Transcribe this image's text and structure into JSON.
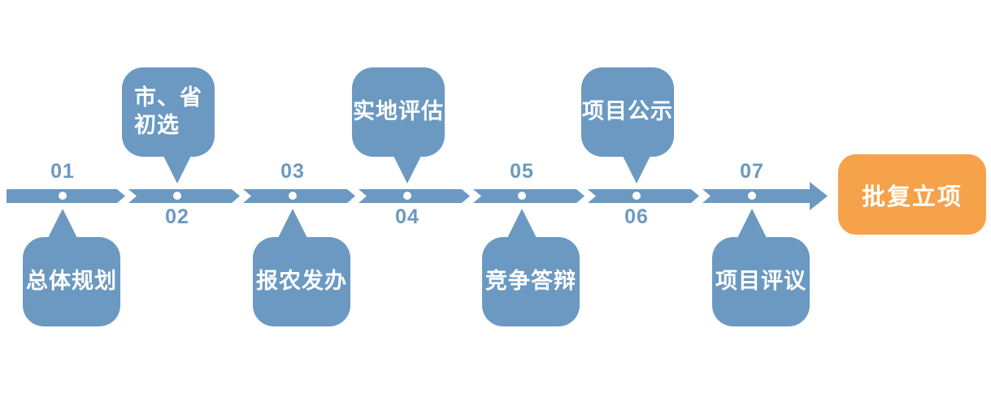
{
  "colors": {
    "primary_blue": "#6B99C1",
    "accent_orange": "#F5A24B",
    "page_bg": "#FFFFFF",
    "dot_white": "#FFFFFF",
    "bubble_text": "#FFFFFF"
  },
  "timeline": {
    "steps": [
      {
        "number": "01",
        "label": "总体规划",
        "bubble_position": "below"
      },
      {
        "number": "02",
        "label": "市、省\n初选",
        "bubble_position": "above"
      },
      {
        "number": "03",
        "label": "报农发办",
        "bubble_position": "below"
      },
      {
        "number": "04",
        "label": "实地评估",
        "bubble_position": "above"
      },
      {
        "number": "05",
        "label": "竞争答辩",
        "bubble_position": "below"
      },
      {
        "number": "06",
        "label": "项目公示",
        "bubble_position": "above"
      },
      {
        "number": "07",
        "label": "项目评议",
        "bubble_position": "below"
      }
    ],
    "final_step": {
      "label": "批复立项"
    }
  }
}
